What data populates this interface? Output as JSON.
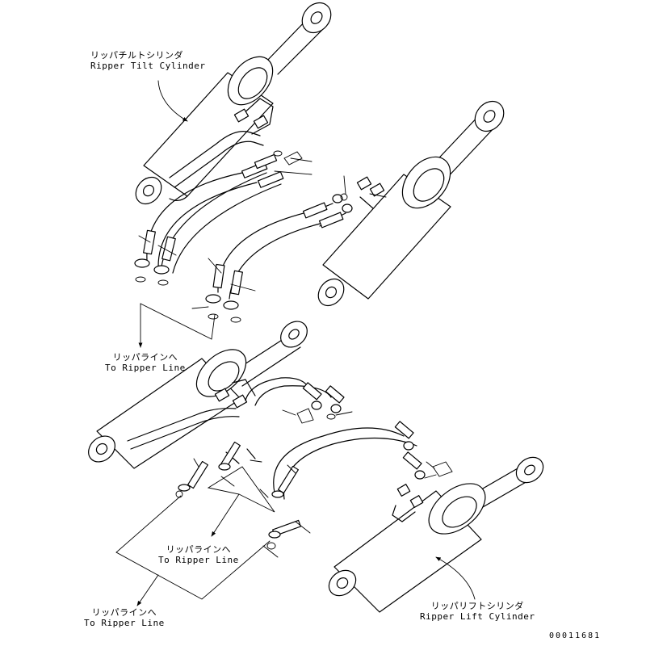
{
  "labels": {
    "tilt_cylinder": {
      "jp": "リッパチルトシリンダ",
      "en": "Ripper Tilt Cylinder"
    },
    "ripper_line_1": {
      "jp": "リッパラインへ",
      "en": "To Ripper Line"
    },
    "ripper_line_2": {
      "jp": "リッパラインへ",
      "en": "To Ripper Line"
    },
    "ripper_line_3": {
      "jp": "リッパラインへ",
      "en": "To Ripper Line"
    },
    "lift_cylinder": {
      "jp": "リッパリフトシリンダ",
      "en": "Ripper Lift Cylinder"
    }
  },
  "document_number": "00011681"
}
